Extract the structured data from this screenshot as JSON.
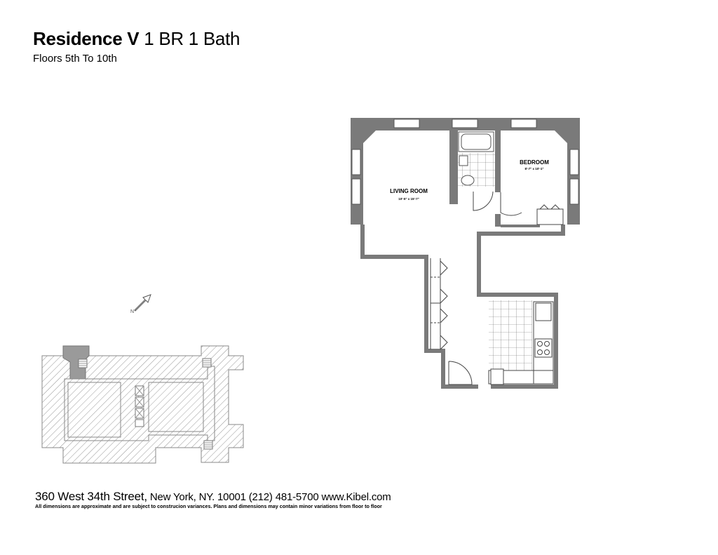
{
  "header": {
    "residence": "Residence V",
    "unit_type": "1 BR 1 Bath",
    "floors": "Floors 5th To 10th"
  },
  "rooms": {
    "living": {
      "name": "LIVING ROOM",
      "dims": "10'-5\" x 15'-7\""
    },
    "bedroom": {
      "name": "BEDROOM",
      "dims": "8'-7\" x 10'-1\""
    }
  },
  "north_label": "N",
  "footer": {
    "street": "360 West 34th Street,",
    "city_phone_web": "New York, NY. 10001 (212) 481-5700  www.Kibel.com",
    "disclaimer": "All dimensions are approximate and are subject to construcion variances. Plans and dimensions may contain minor variations from floor to floor"
  },
  "colors": {
    "wall": "#7a7a7a",
    "keyplan_highlight": "#9a9a9a"
  }
}
